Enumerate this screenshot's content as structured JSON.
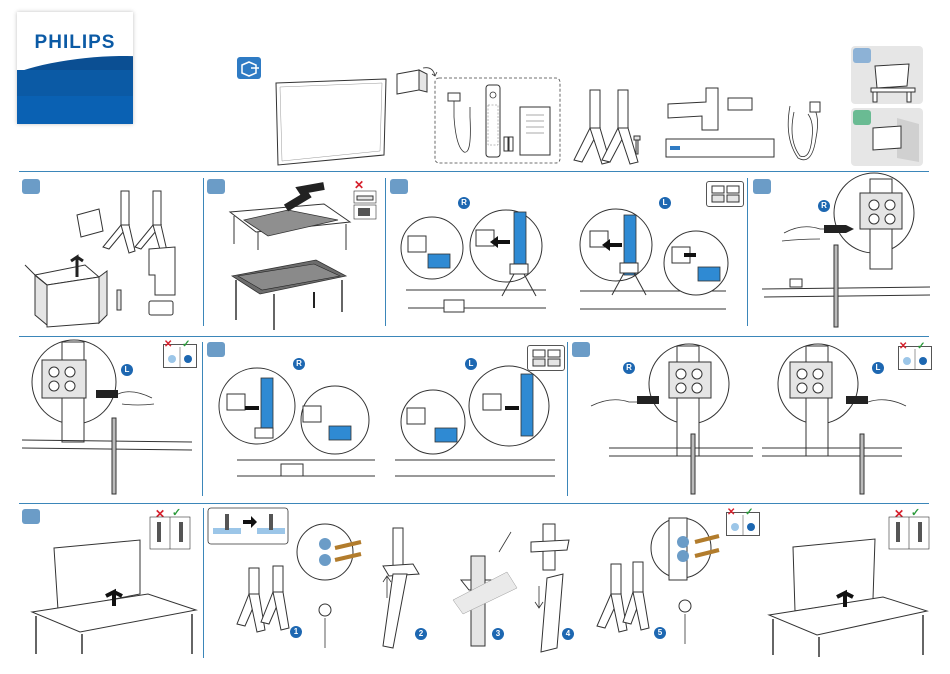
{
  "brand": {
    "logo_text": "PHILIPS",
    "logo_color": "#0b5aa5"
  },
  "colors": {
    "accent": "#3b86b9",
    "step_badge": "#6b9cc7",
    "marker": "#1d67b1",
    "wrong": "#d61f2b",
    "right": "#2a9a3a",
    "highlight": "#2f8ad3"
  },
  "markers": {
    "right": "R",
    "left": "L"
  },
  "numbered_steps": [
    "1",
    "2",
    "3",
    "4",
    "5"
  ],
  "icons": [
    "unbox-icon",
    "wrong-icon",
    "right-icon",
    "screwdriver-icon",
    "stand-option-icon"
  ]
}
